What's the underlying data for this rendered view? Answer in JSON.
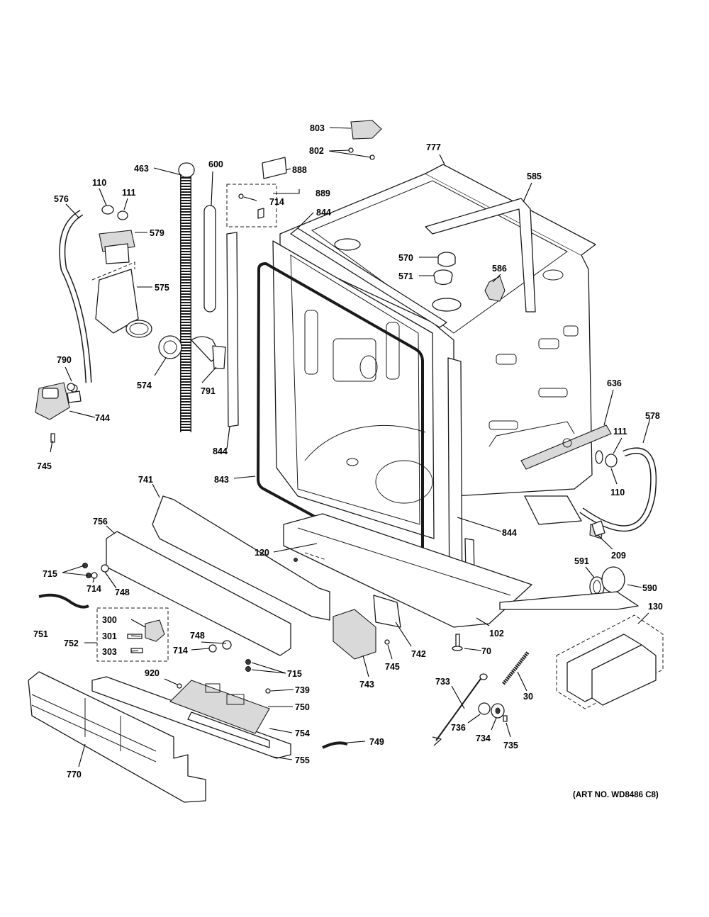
{
  "art_number": "(ART NO. WD8486 C8)",
  "callouts": {
    "c803": "803",
    "c802": "802",
    "c777": "777",
    "c888": "888",
    "c889": "889",
    "c714a": "714",
    "c463": "463",
    "c600": "600",
    "c585": "585",
    "c576": "576",
    "c110a": "110",
    "c111a": "111",
    "c579": "579",
    "c844a": "844",
    "c575": "575",
    "c570": "570",
    "c571": "571",
    "c586": "586",
    "c574": "574",
    "c790": "790",
    "c791": "791",
    "c744": "744",
    "c745a": "745",
    "c844b": "844",
    "c843": "843",
    "c636": "636",
    "c578": "578",
    "c111b": "111",
    "c110b": "110",
    "c741": "741",
    "c756": "756",
    "c844c": "844",
    "c120": "120",
    "c209": "209",
    "c715a": "715",
    "c714b": "714",
    "c748a": "748",
    "c591": "591",
    "c590": "590",
    "c751": "751",
    "c300": "300",
    "c301": "301",
    "c752": "752",
    "c303": "303",
    "c748b": "748",
    "c714c": "714",
    "c715b": "715",
    "c742": "742",
    "c102": "102",
    "c130": "130",
    "c70": "70",
    "c745b": "745",
    "c743": "743",
    "c920": "920",
    "c739": "739",
    "c750": "750",
    "c733": "733",
    "c30": "30",
    "c754": "754",
    "c736": "736",
    "c734": "734",
    "c735": "735",
    "c749": "749",
    "c755": "755",
    "c770": "770"
  }
}
